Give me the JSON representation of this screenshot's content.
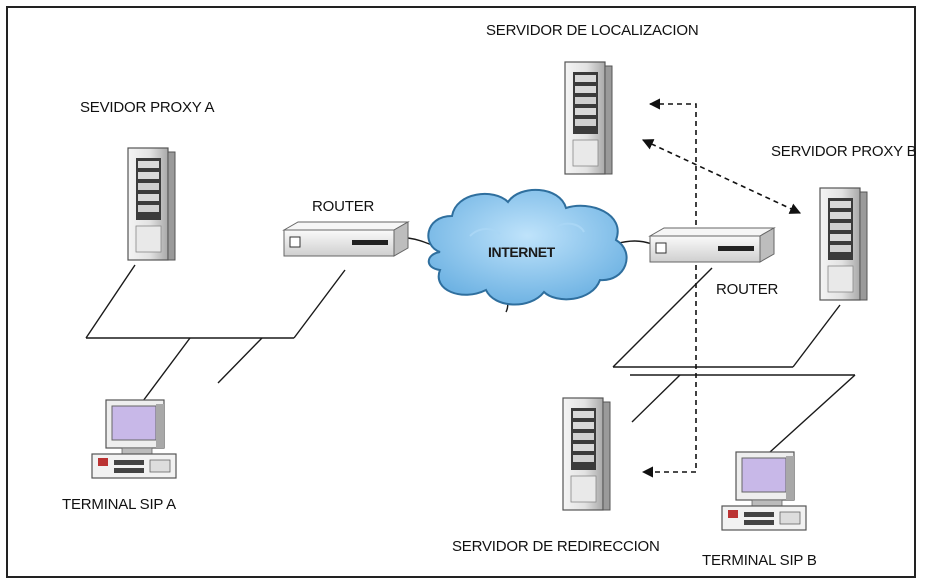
{
  "labels": {
    "proxy_a": "SEVIDOR PROXY A",
    "localizacion": "SERVIDOR DE LOCALIZACION",
    "proxy_b": "SERVIDOR PROXY B",
    "router_left": "ROUTER",
    "router_right": "ROUTER",
    "internet": "INTERNET",
    "terminal_a": "TERMINAL SIP A",
    "redireccion": "SERVIDOR DE REDIRECCION",
    "terminal_b": "TERMINAL SIP B"
  },
  "colors": {
    "cloud": "#8cc6ee",
    "cloud_edge": "#2f6f9e",
    "screen": "#c8b8e8",
    "line": "#1a1a1a"
  }
}
